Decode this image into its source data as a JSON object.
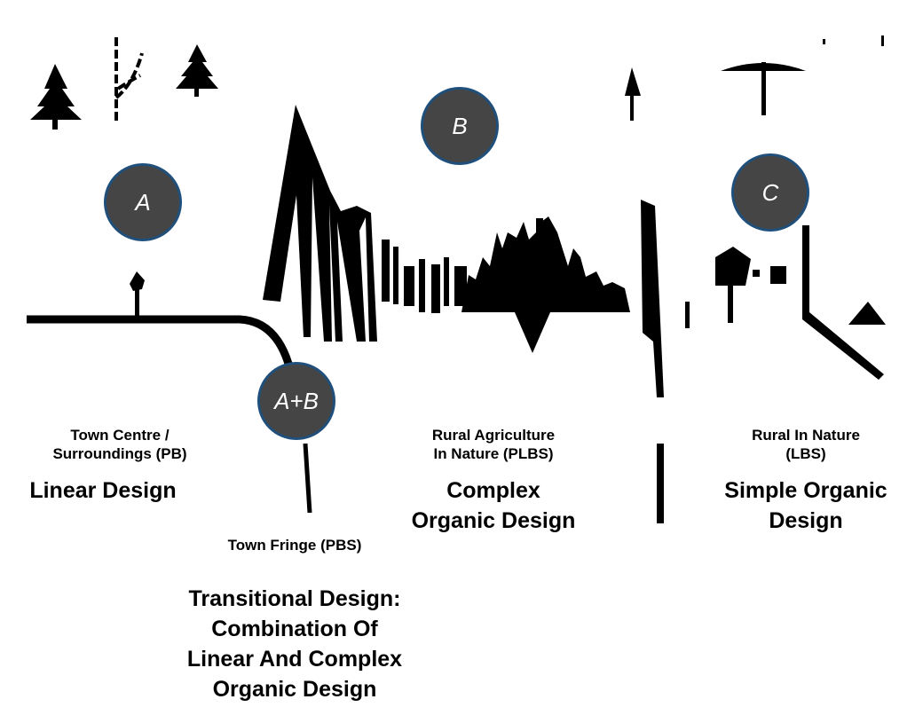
{
  "colors": {
    "badge_fill": "#454545",
    "badge_ring": "#1f4f7a",
    "badge_text": "#ffffff",
    "ink": "#000000"
  },
  "badges": {
    "a": "A",
    "b": "B",
    "c": "C",
    "ab": "A+B"
  },
  "zones": {
    "town_centre": {
      "label": "Town Centre /\nSurroundings (PB)",
      "design": "Linear Design"
    },
    "town_fringe": {
      "label": "Town Fringe (PBS)",
      "design": "Transitional Design:\nCombination Of\nLinear And Complex\nOrganic Design"
    },
    "rural_agriculture": {
      "label": "Rural Agriculture\nIn Nature (PLBS)",
      "design": "Complex\nOrganic Design"
    },
    "rural_nature": {
      "label": "Rural In Nature\n(LBS)",
      "design": "Simple Organic\nDesign"
    }
  }
}
